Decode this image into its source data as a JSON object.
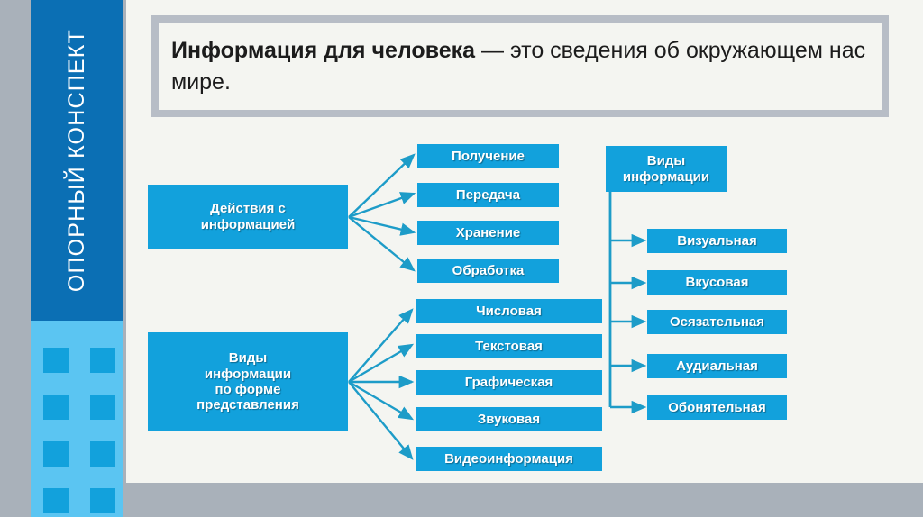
{
  "slide": {
    "sidebar_title": "ОПОРНЫЙ КОНСПЕКТ",
    "statement": {
      "lead": "Информация для человека",
      "rest": " — это сведения об окружающем нас мире."
    },
    "colors": {
      "accent_blue": "#12A1DC",
      "dark_blue": "#0B6FB4",
      "light_blue": "#5BC5F2",
      "gray": "#A9B1BA",
      "content_bg": "#F4F5F1",
      "frame_gray": "#B7BDC6"
    }
  },
  "diagram": {
    "type": "flow",
    "groups": [
      {
        "id": "actions",
        "root": "Действия с\nинформацией",
        "root_lines": [
          "Действия с",
          "информацией"
        ],
        "children": [
          "Получение",
          "Передача",
          "Хранение",
          "Обработка"
        ]
      },
      {
        "id": "forms",
        "root_lines": [
          "Виды",
          "информации",
          "по форме",
          "представления"
        ],
        "children": [
          "Числовая",
          "Текстовая",
          "Графическая",
          "Звуковая",
          "Видеоинформация"
        ]
      },
      {
        "id": "kinds",
        "root_lines": [
          "Виды",
          "информации"
        ],
        "children": [
          "Визуальная",
          "Вкусовая",
          "Осязательная",
          "Аудиальная",
          "Обонятельная"
        ]
      }
    ],
    "nodes": {
      "actions_root_l1": "Действия с",
      "actions_root_l2": "информацией",
      "a1": "Получение",
      "a2": "Передача",
      "a3": "Хранение",
      "a4": "Обработка",
      "forms_root_l1": "Виды",
      "forms_root_l2": "информации",
      "forms_root_l3": "по форме",
      "forms_root_l4": "представления",
      "f1": "Числовая",
      "f2": "Текстовая",
      "f3": "Графическая",
      "f4": "Звуковая",
      "f5": "Видеоинформация",
      "kinds_root_l1": "Виды",
      "kinds_root_l2": "информации",
      "k1": "Визуальная",
      "k2": "Вкусовая",
      "k3": "Осязательная",
      "k4": "Аудиальная",
      "k5": "Обонятельная"
    }
  }
}
